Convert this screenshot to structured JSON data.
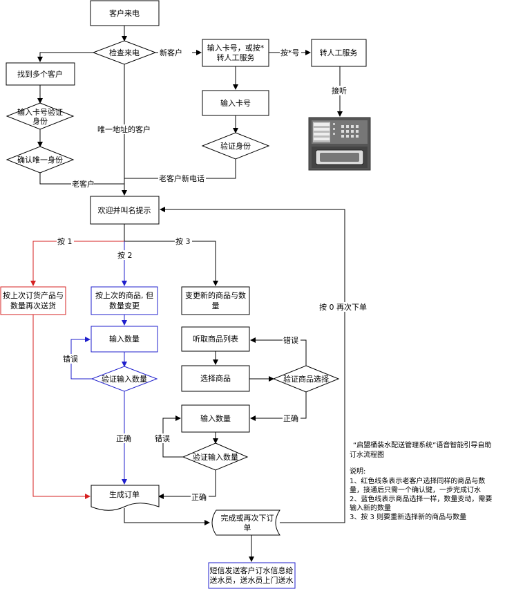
{
  "nodes": {
    "customer_call": "客户来电",
    "check_call": "检查来电",
    "input_card_or_star": [
      "输入卡号，或按*",
      "转人工服务"
    ],
    "transfer_service": "转人工服务",
    "found_multiple": "找到多个客户",
    "input_card_verify": [
      "输入卡号验证",
      "身份"
    ],
    "input_card": "输入卡号",
    "verify_identity": "验证身份",
    "confirm_unique": "确认唯一身份",
    "welcome": "欢迎并叫名提示",
    "repeat_last": [
      "按上次订货产品与",
      "数量再次送货"
    ],
    "last_goods_change_qty": [
      "按上次的商品, 但",
      "数量变更"
    ],
    "change_goods_qty": [
      "变更新的商品与数",
      "量"
    ],
    "input_qty_blue": "输入数量",
    "verify_qty_blue": "验证输入数量",
    "listen_list": "听取商品列表",
    "select_goods": "选择商品",
    "verify_goods": "验证商品选择",
    "input_qty_black": "输入数量",
    "verify_qty_black": "验证输入数量",
    "generate_order": "生成订单",
    "finish_or_reorder": [
      "完成或再次下订",
      "单"
    ],
    "sms_notify": [
      "短信发送客户订水信息给",
      "送水员，送水员上门送水"
    ]
  },
  "edges": {
    "new_customer": "新客户",
    "press_star": "按*号",
    "answer": "接听",
    "unique_address": "唯一地址的客户",
    "old_customer": "老客户",
    "old_customer_new_phone": "老客户新电话",
    "press_1": "按 1",
    "press_2": "按 2",
    "press_3": "按 3",
    "press_0": "按 0 再次下单",
    "error_blue": "错误",
    "correct_blue": "正确",
    "error_goods": "错误",
    "correct_goods": "正确",
    "error_qty": "错误",
    "correct_qty": "正确"
  },
  "notes": {
    "title": [
      "“启盟桶装水配送管理系统”语音智能引导自助",
      "订水流程图"
    ],
    "heading": "说明:",
    "items": [
      "1、红色线条表示老客户选择同样的商品与数",
      "量，接通后只需一个确认键，一步完成订水",
      "2、蓝色线表示商品选择一样，数量变动，需要",
      "输入新的数量",
      "3、按 3 则要重新选择新的商品与数量"
    ]
  },
  "colors": {
    "black": "#000000",
    "red": "#d62020",
    "blue": "#1f1fcc",
    "phone_gray": "#555555"
  },
  "icons": {
    "phone": "desk-phone-icon"
  }
}
